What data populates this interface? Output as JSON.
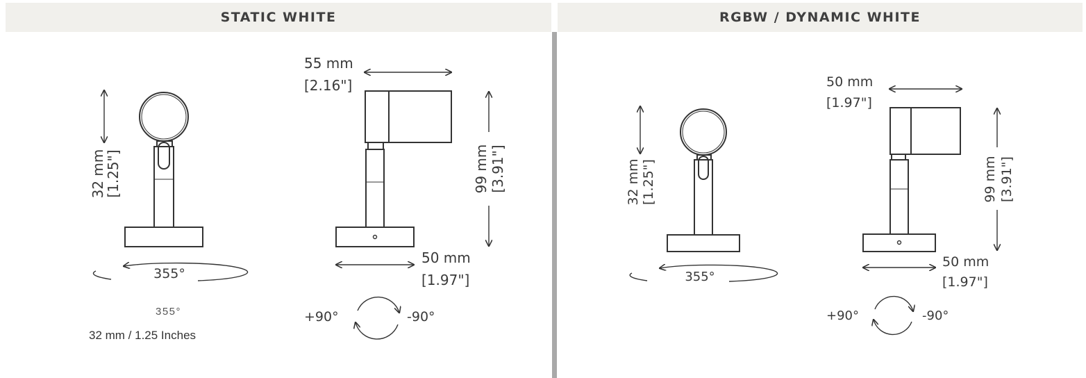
{
  "panels": [
    {
      "header": "STATIC WHITE",
      "front": {
        "height_mm": "32 mm",
        "height_in": "[1.25\"]",
        "rotation": "355°"
      },
      "side": {
        "top_width_mm": "55 mm",
        "top_width_in": "[2.16\"]",
        "height_mm": "99 mm",
        "height_in": "[3.91\"]",
        "base_width_mm": "50 mm",
        "base_width_in": "[1.97\"]",
        "tilt_plus": "+90°",
        "tilt_minus": "-90°"
      },
      "notes": {
        "rotation": "355°",
        "size": "32  mm  / 1.25 Inches"
      }
    },
    {
      "header": "RGBW / DYNAMIC WHITE",
      "front": {
        "height_mm": "32 mm",
        "height_in": "[1.25\"]",
        "rotation": "355°"
      },
      "side": {
        "top_width_mm": "50 mm",
        "top_width_in": "[1.97\"]",
        "height_mm": "99 mm",
        "height_in": "[3.91\"]",
        "base_width_mm": "50 mm",
        "base_width_in": "[1.97\"]",
        "tilt_plus": "+90°",
        "tilt_minus": "-90°"
      }
    }
  ],
  "colors": {
    "header_bg": "#f1f0ec",
    "divider": "#a9a9a9",
    "line": "#333333"
  }
}
